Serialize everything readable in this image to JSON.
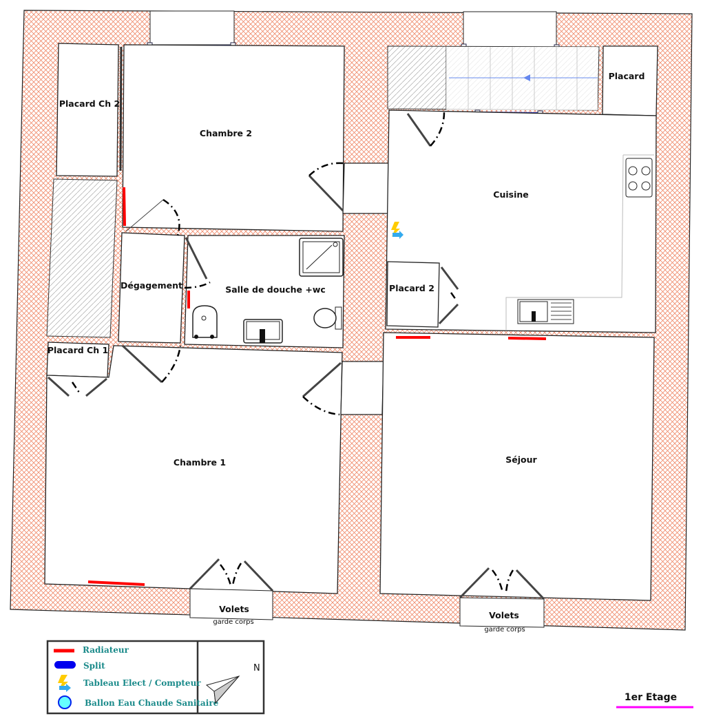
{
  "rooms": {
    "chambre2": "Chambre 2",
    "placard_ch2": "Placard Ch 2",
    "degagement": "Dégagement",
    "salle_douche": "Salle de douche +wc",
    "placard_ch1": "Placard Ch 1",
    "chambre1": "Chambre 1",
    "cuisine": "Cuisine",
    "placard": "Placard",
    "placard2": "Placard 2",
    "sejour": "Séjour"
  },
  "openings": [
    {
      "label": "Volets",
      "sub": "garde corps"
    },
    {
      "label": "Volets",
      "sub": "garde corps"
    }
  ],
  "legend": {
    "items": [
      {
        "label": "Radiateur",
        "color": "#ff0000"
      },
      {
        "label": "Split",
        "color": "#0000ff"
      },
      {
        "label": "Tableau Elect / Compteur",
        "color": "#ffcc00"
      },
      {
        "label": "Ballon Eau Chaude Sanitaire",
        "color": "#66ffff"
      }
    ],
    "north": "N"
  },
  "floor_label": "1er Etage",
  "colors": {
    "wall_hatch": "#f08060",
    "floor_underline": "#ff00ff"
  }
}
